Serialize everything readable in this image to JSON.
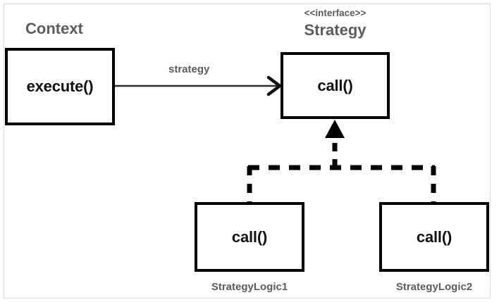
{
  "diagram": {
    "type": "uml-class-diagram",
    "pattern_name": "Strategy",
    "colors": {
      "background": "#ffffff",
      "frame_border": "#dcdcdc",
      "box_border": "#000000",
      "title_text": "#5c5c5c",
      "member_text": "#111111",
      "connector": "#000000"
    }
  },
  "classes": {
    "context": {
      "title": "Context",
      "member": "execute()"
    },
    "strategy": {
      "stereotype": "<<interface>>",
      "title": "Strategy",
      "member": "call()"
    },
    "logic1": {
      "title": "StrategyLogic1",
      "member": "call()"
    },
    "logic2": {
      "title": "StrategyLogic2",
      "member": "call()"
    }
  },
  "relations": {
    "association": {
      "label": "strategy",
      "from": "Context",
      "to": "Strategy",
      "arrow": "open-arrow",
      "line": "solid"
    },
    "realization1": {
      "from": "StrategyLogic1",
      "to": "Strategy",
      "arrow": "filled-triangle",
      "line": "dashed"
    },
    "realization2": {
      "from": "StrategyLogic2",
      "to": "Strategy",
      "arrow": "filled-triangle",
      "line": "dashed"
    }
  }
}
